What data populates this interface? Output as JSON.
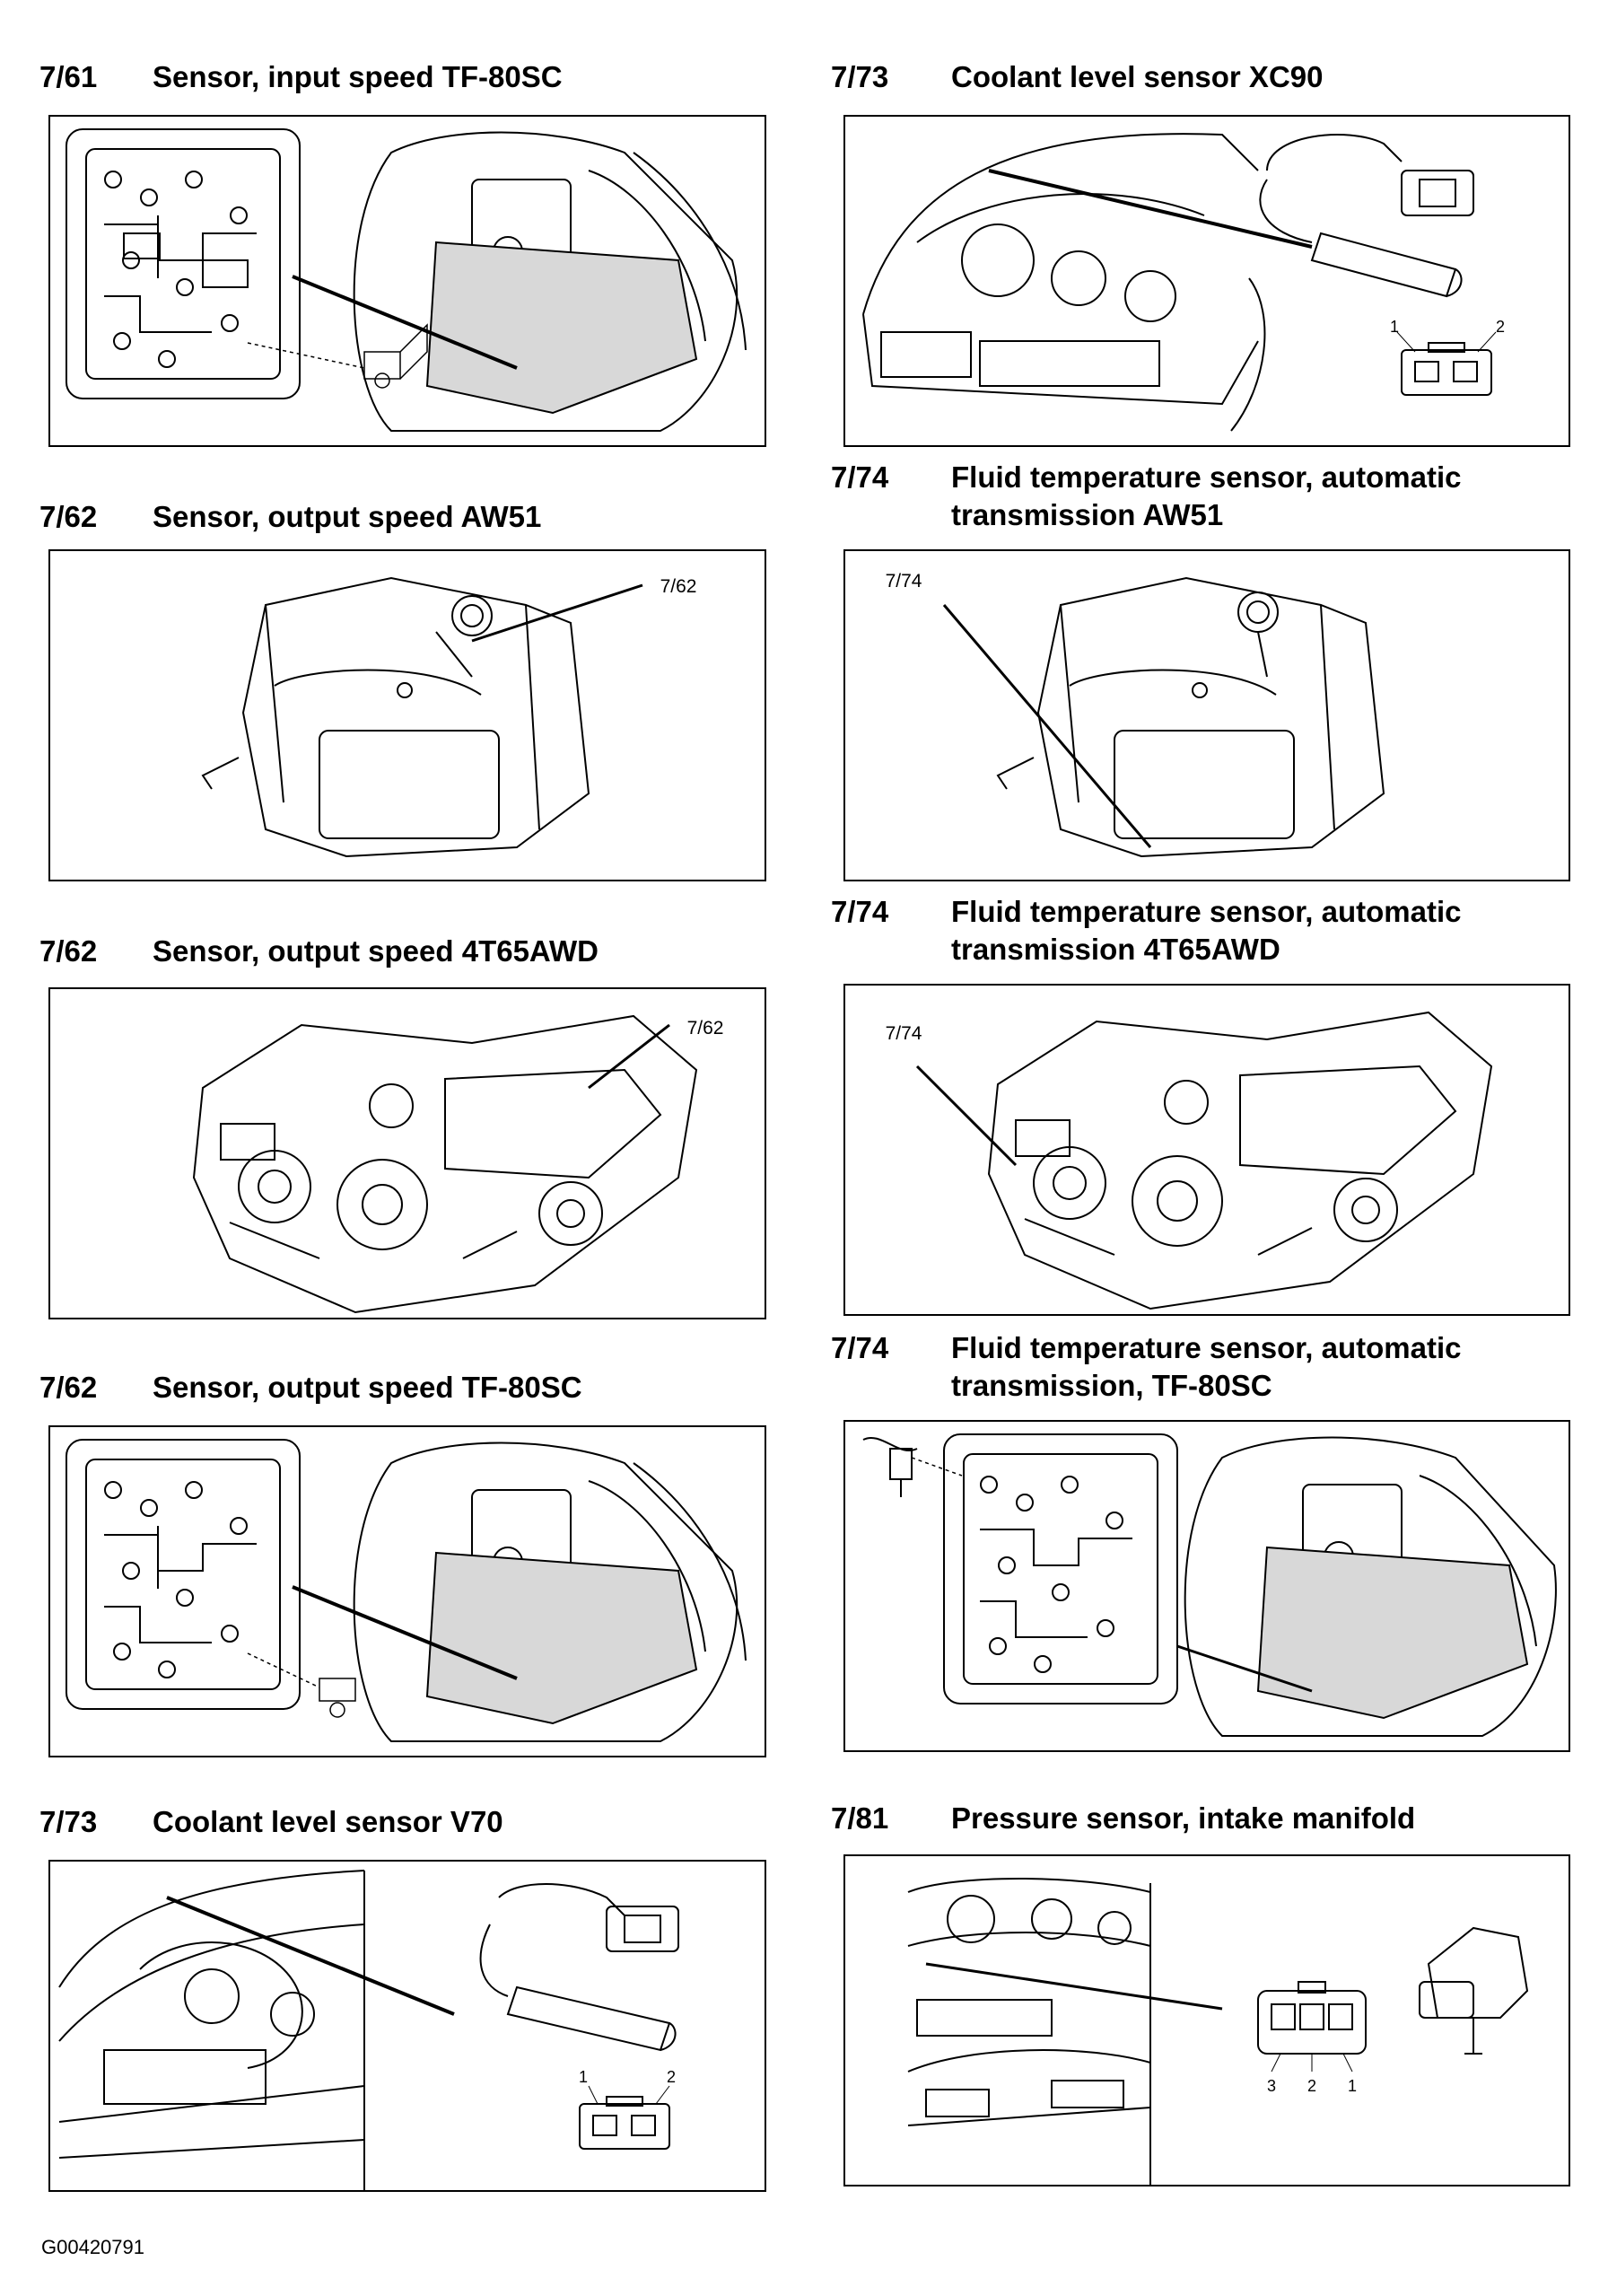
{
  "sections": [
    {
      "id": "left-1",
      "number": "7/61",
      "title_lines": [
        "Sensor, input speed TF-80SC"
      ]
    },
    {
      "id": "left-2",
      "number": "7/62",
      "title_lines": [
        "Sensor, output speed AW51"
      ],
      "callout": "7/62"
    },
    {
      "id": "left-3",
      "number": "7/62",
      "title_lines": [
        "Sensor, output speed 4T65AWD"
      ],
      "callout": "7/62"
    },
    {
      "id": "left-4",
      "number": "7/62",
      "title_lines": [
        "Sensor, output speed TF-80SC"
      ]
    },
    {
      "id": "left-5",
      "number": "7/73",
      "title_lines": [
        "Coolant level sensor V70"
      ],
      "pins": [
        "1",
        "2"
      ]
    },
    {
      "id": "right-1",
      "number": "7/73",
      "title_lines": [
        "Coolant level sensor XC90"
      ],
      "pins": [
        "1",
        "2"
      ]
    },
    {
      "id": "right-2",
      "number": "7/74",
      "title_lines": [
        "Fluid temperature sensor, automatic",
        "transmission AW51"
      ],
      "callout": "7/74"
    },
    {
      "id": "right-3",
      "number": "7/74",
      "title_lines": [
        "Fluid temperature sensor, automatic",
        "transmission 4T65AWD"
      ],
      "callout": "7/74"
    },
    {
      "id": "right-4",
      "number": "7/74",
      "title_lines": [
        "Fluid temperature sensor, automatic",
        "transmission, TF-80SC"
      ]
    },
    {
      "id": "right-5",
      "number": "7/81",
      "title_lines": [
        "Pressure sensor, intake manifold"
      ],
      "pins": [
        "3",
        "2",
        "1"
      ]
    }
  ],
  "footer": {
    "code": "G00420791"
  }
}
